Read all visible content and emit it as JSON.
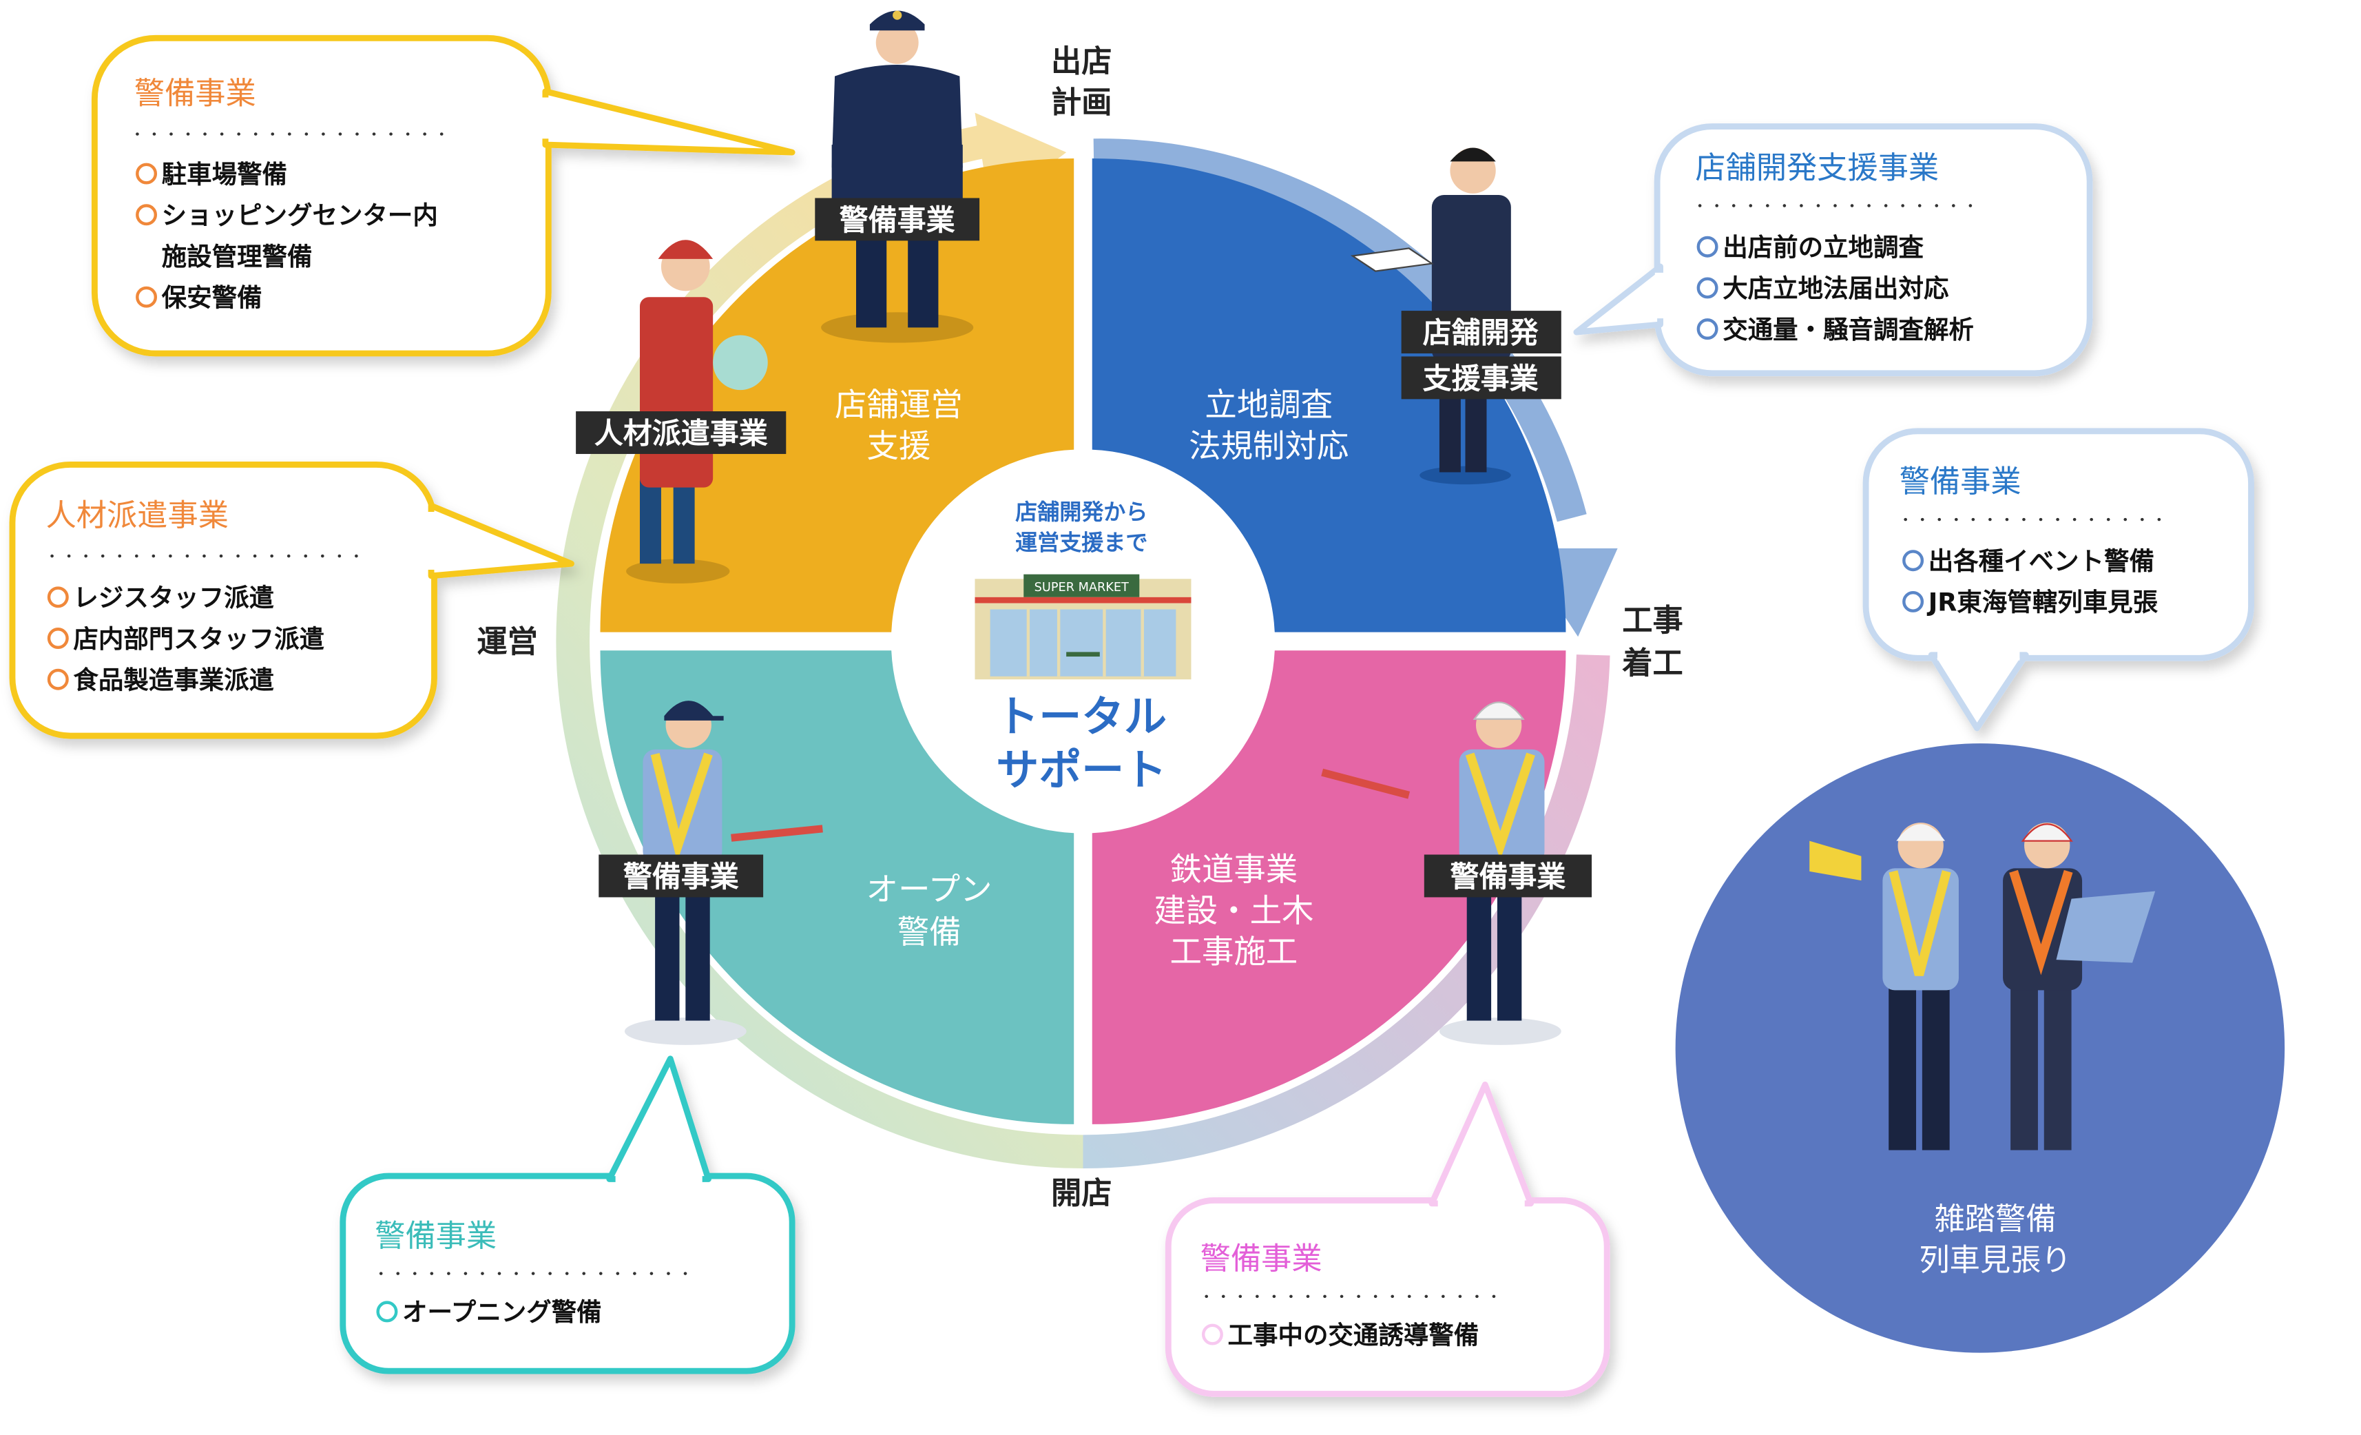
{
  "stages": {
    "plan": [
      "出店",
      "計画"
    ],
    "construction": [
      "工事",
      "着工"
    ],
    "opening": "開店",
    "operation": "運営"
  },
  "quadrants": {
    "store_operation": [
      "店舗運営",
      "支援"
    ],
    "site_survey": [
      "立地調査",
      "法規制対応"
    ],
    "opening_security": [
      "オープン",
      "警備"
    ],
    "railway": [
      "鉄道事業",
      "建設・土木",
      "工事施工"
    ]
  },
  "tags": {
    "security_top": "警備事業",
    "staffing": "人材派遣事業",
    "store_dev": [
      "店舗開発",
      "支援事業"
    ],
    "security_left": "警備事業",
    "security_right": "警備事業"
  },
  "center": {
    "subtitle": [
      "店舗開発から",
      "運営支援まで"
    ],
    "store_sign": "SUPER MARKET",
    "title": [
      "トータル",
      "サポート"
    ]
  },
  "callouts": {
    "security_ops": {
      "title": "警備事業",
      "items": [
        "駐車場警備",
        "ショッピングセンター内",
        "施設管理警備",
        "保安警備"
      ]
    },
    "staffing": {
      "title": "人材派遣事業",
      "items": [
        "レジスタッフ派遣",
        "店内部門スタッフ派遣",
        "食品製造事業派遣"
      ]
    },
    "store_dev": {
      "title": "店舗開発支援事業",
      "items": [
        "出店前の立地調査",
        "大店立地法届出対応",
        "交通量・騒音調査解析"
      ]
    },
    "event_security": {
      "title": "警備事業",
      "items": [
        "出各種イベント警備",
        "JR東海管轄列車見張"
      ]
    },
    "opening_security": {
      "title": "警備事業",
      "items": [
        "オープニング警備"
      ]
    },
    "construction_security": {
      "title": "警備事業",
      "items": [
        "工事中の交通誘導警備"
      ]
    }
  },
  "crowd_circle": [
    "雑踏警備",
    "列車見張り"
  ],
  "colors": {
    "orange": "#eeae1f",
    "blue": "#2d6cc0",
    "teal": "#6cc2c1",
    "pink": "#e566a6",
    "crowd": "#5a77c0",
    "orange_title": "#f0883a",
    "blue_title": "#2a78c8",
    "teal_title": "#3bbcb9",
    "pink_title": "#e35fd8"
  }
}
